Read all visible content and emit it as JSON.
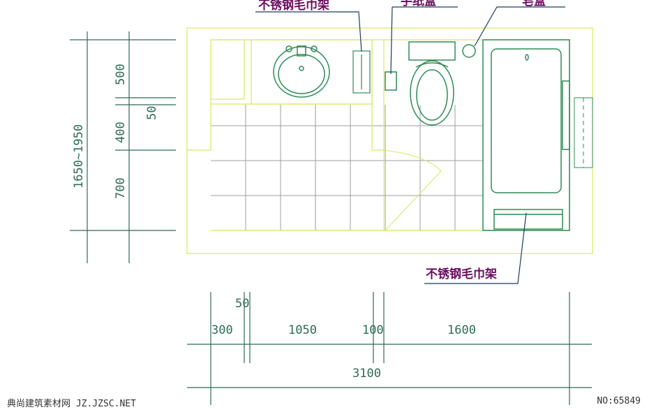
{
  "labels": {
    "towel_rack_top": "不锈钢毛巾架",
    "paper_box": "手纸盒",
    "soap_dish": "皂盒",
    "towel_rack_bottom": "不锈钢毛巾架"
  },
  "dimensions": {
    "overall_height": "1650~1950",
    "v_500": "500",
    "v_50": "50",
    "v_400": "400",
    "v_700": "700",
    "h_50": "50",
    "h_300": "300",
    "h_1050": "1050",
    "h_100": "100",
    "h_1600": "1600",
    "h_total": "3100"
  },
  "footer": {
    "site": "典尚建筑素材网 JZ.JZSC.NET",
    "number": "NO:65849"
  },
  "colors": {
    "wall": "#d9e85a",
    "fixture": "#2e8b57",
    "tile": "#9e9e9e",
    "dimension": "#2e6b55",
    "leader": "#1a3c5e",
    "label": "#6a0d5f"
  }
}
